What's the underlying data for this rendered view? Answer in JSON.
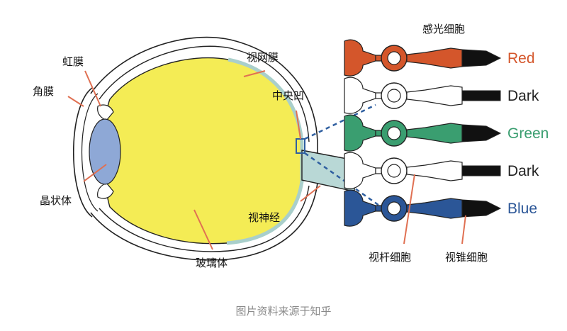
{
  "eye": {
    "labels": {
      "iris": "虹膜",
      "cornea": "角膜",
      "lens": "晶状体",
      "retina": "视网膜",
      "fovea": "中央凹",
      "optic_nerve": "视神经",
      "vitreous": "玻璃体"
    },
    "colors": {
      "vitreous": "#f4ec55",
      "lens": "#8ea8d6",
      "nerve": "#b9d8d6",
      "leader": "#e07052",
      "zoom_line": "#2f5fa0"
    }
  },
  "cells": {
    "title": "感光细胞",
    "rod_label": "视杆细胞",
    "cone_label": "视锥细胞",
    "rows": [
      {
        "label": "Red",
        "color": "#d4562b",
        "kind": "cone"
      },
      {
        "label": "Dark",
        "color": "#222222",
        "kind": "rod"
      },
      {
        "label": "Green",
        "color": "#3a9e70",
        "kind": "cone"
      },
      {
        "label": "Dark",
        "color": "#222222",
        "kind": "rod"
      },
      {
        "label": "Blue",
        "color": "#2b5697",
        "kind": "cone"
      }
    ]
  },
  "caption": "图片资料来源于知乎"
}
